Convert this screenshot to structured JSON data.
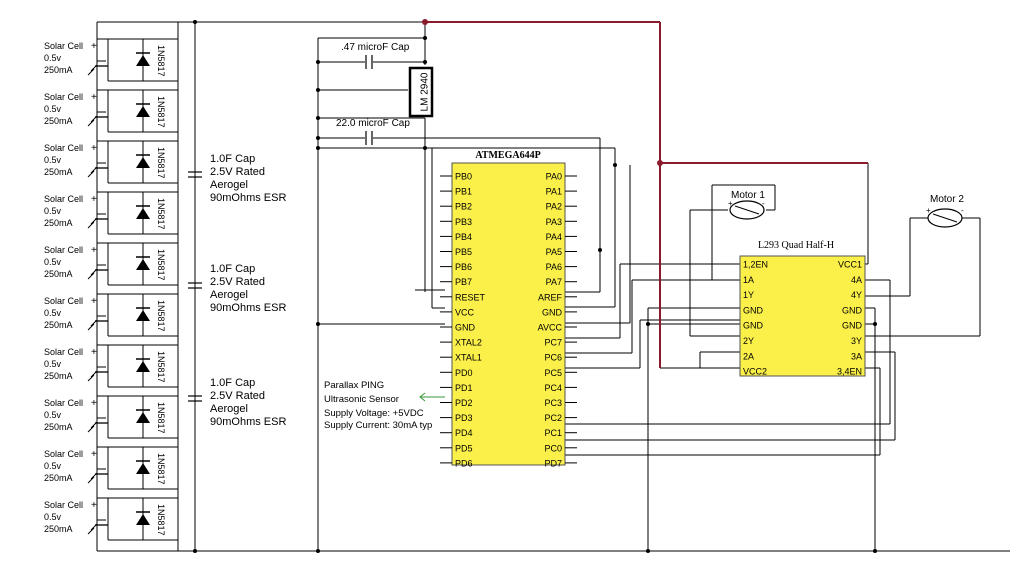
{
  "solar_cells": {
    "label_line1": "Solar Cell",
    "label_line2": "0.5v",
    "label_line3": "250mA",
    "diode": "1N5817",
    "count": 10
  },
  "capacitors": [
    {
      "l1": "1.0F Cap",
      "l2": "2.5V Rated",
      "l3": "Aerogel",
      "l4": "90mOhms ESR"
    },
    {
      "l1": "1.0F Cap",
      "l2": "2.5V Rated",
      "l3": "Aerogel",
      "l4": "90mOhms ESR"
    },
    {
      "l1": "1.0F Cap",
      "l2": "2.5V Rated",
      "l3": "Aerogel",
      "l4": "90mOhms ESR"
    }
  ],
  "regulator": {
    "name": "LM 2940",
    "cap1": ".47 microF Cap",
    "cap2": "22.0 microF Cap"
  },
  "mcu": {
    "title": "ATMEGA644P",
    "left_pins": [
      "PB0",
      "PB1",
      "PB2",
      "PB3",
      "PB4",
      "PB5",
      "PB6",
      "PB7",
      "RESET",
      "VCC",
      "GND",
      "XTAL2",
      "XTAL1",
      "PD0",
      "PD1",
      "PD2",
      "PD3",
      "PD4",
      "PD5",
      "PD6"
    ],
    "right_pins": [
      "PA0",
      "PA1",
      "PA2",
      "PA3",
      "PA4",
      "PA5",
      "PA6",
      "PA7",
      "AREF",
      "GND",
      "AVCC",
      "PC7",
      "PC6",
      "PC5",
      "PC4",
      "PC3",
      "PC2",
      "PC1",
      "PC0",
      "PD7"
    ]
  },
  "driver": {
    "title": "L293 Quad Half-H",
    "left_pins": [
      "1,2EN",
      "1A",
      "1Y",
      "GND",
      "GND",
      "2Y",
      "2A",
      "VCC2"
    ],
    "right_pins": [
      "VCC1",
      "4A",
      "4Y",
      "GND",
      "GND",
      "3Y",
      "3A",
      "3,4EN"
    ]
  },
  "motors": [
    "Motor 1",
    "Motor 2"
  ],
  "sensor": {
    "l1": "Parallax PING",
    "l2": "Ultrasonic Sensor",
    "l3": "Supply Voltage: +5VDC",
    "l4": "Supply Current: 30mA typ"
  },
  "colors": {
    "wire": "#000000",
    "power_wire": "#8b1a2a",
    "chip_fill": "#fbf04a",
    "sensor_arrow": "#3a9a3a"
  }
}
